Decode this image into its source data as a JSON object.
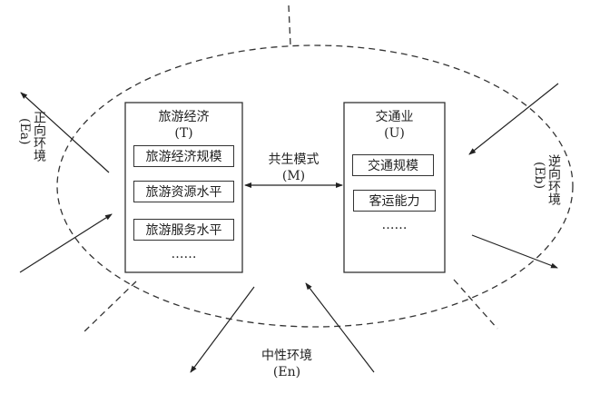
{
  "tourism": {
    "title": "旅游经济",
    "code": "(T)",
    "items": [
      "旅游经济规模",
      "旅游资源水平",
      "旅游服务水平"
    ],
    "ellipsis": "……"
  },
  "transport": {
    "title": "交通业",
    "code": "(U)",
    "items": [
      "交通规模",
      "客运能力"
    ],
    "ellipsis": "……"
  },
  "mode": {
    "title": "共生模式",
    "code": "(M)"
  },
  "env_positive": {
    "title": "正向环境",
    "code": "(Ea)"
  },
  "env_negative": {
    "title": "逆向环境",
    "code": "(Eb)"
  },
  "env_neutral": {
    "title": "中性环境",
    "code": "(En)"
  }
}
